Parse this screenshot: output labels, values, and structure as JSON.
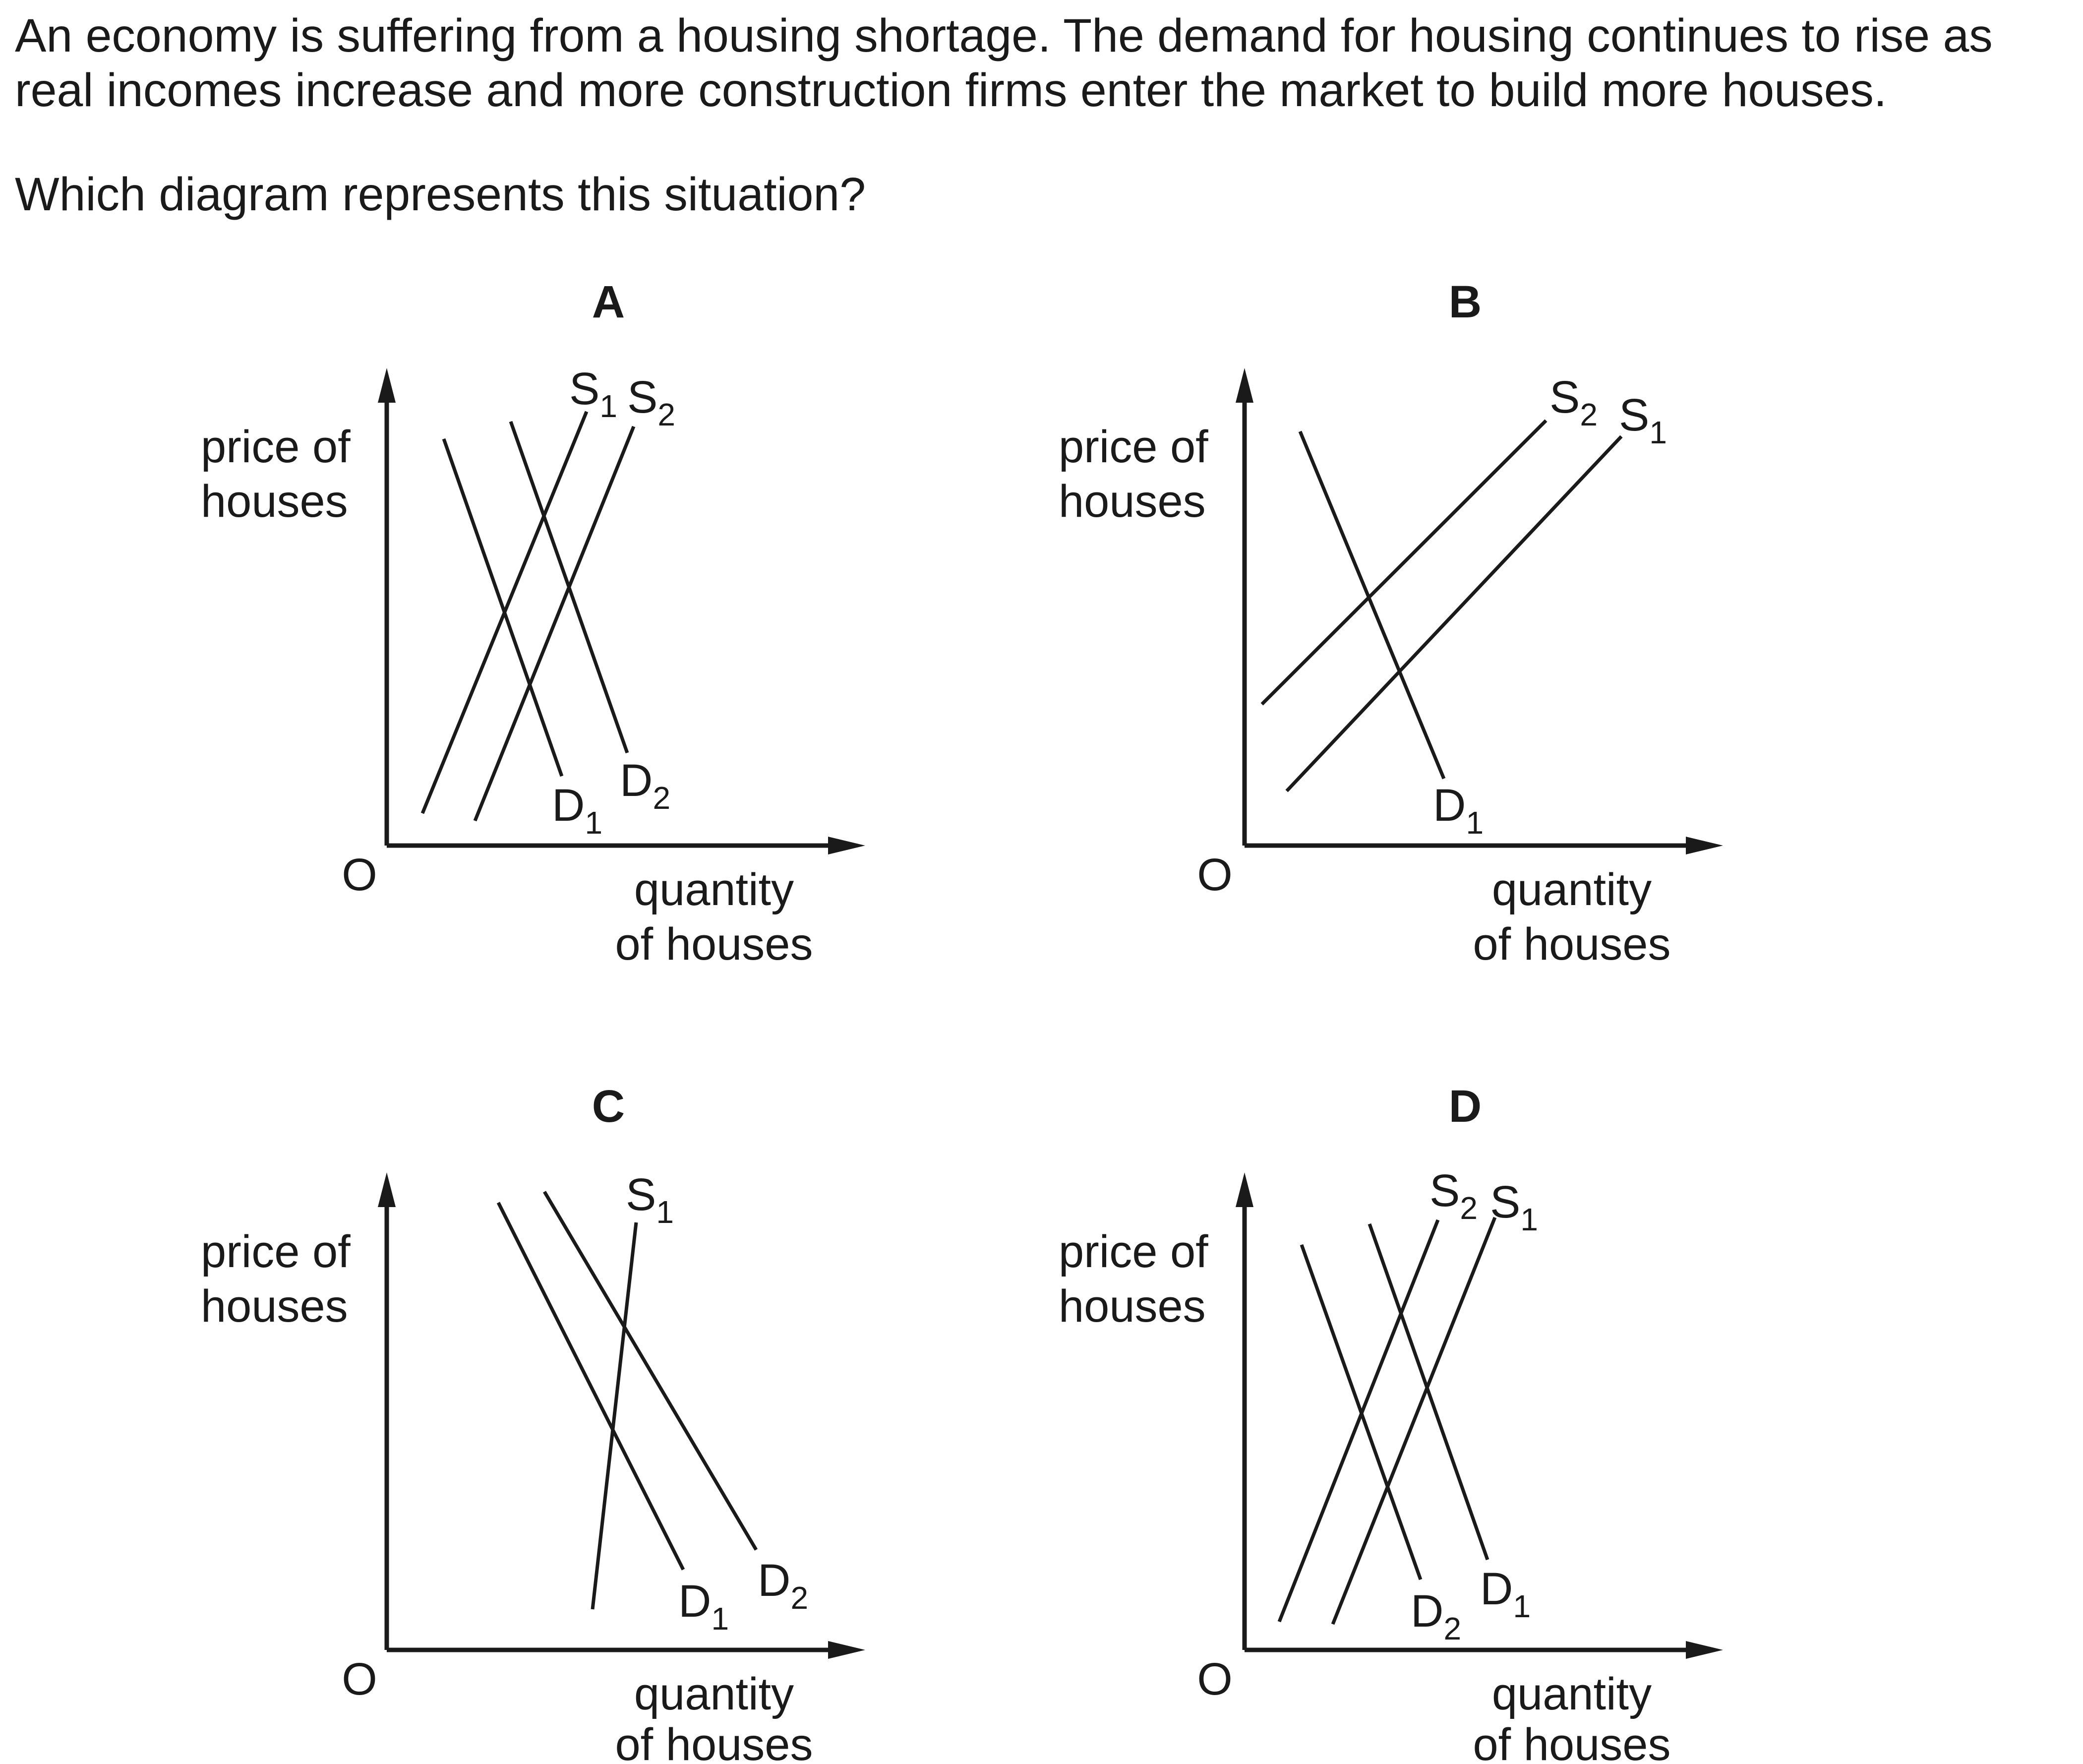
{
  "question": {
    "line1": "An economy is suffering from a housing shortage. The demand for housing continues to rise as",
    "line2": "real incomes increase and more construction firms enter the market to build more houses.",
    "prompt": "Which diagram represents this situation?"
  },
  "axis_labels": {
    "y_line1": "price of",
    "y_line2": "houses",
    "x_line1": "quantity",
    "x_line2": "of houses",
    "origin": "O"
  },
  "options": [
    {
      "letter": "A",
      "curves": [
        {
          "base": "S",
          "sub": "1",
          "description": "original supply"
        },
        {
          "base": "S",
          "sub": "2",
          "description": "supply shifted right"
        },
        {
          "base": "D",
          "sub": "1",
          "description": "original demand"
        },
        {
          "base": "D",
          "sub": "2",
          "description": "demand shifted right"
        }
      ]
    },
    {
      "letter": "B",
      "curves": [
        {
          "base": "S",
          "sub": "2",
          "description": "supply shifted left"
        },
        {
          "base": "S",
          "sub": "1",
          "description": "original supply"
        },
        {
          "base": "D",
          "sub": "1",
          "description": "demand"
        }
      ]
    },
    {
      "letter": "C",
      "curves": [
        {
          "base": "S",
          "sub": "1",
          "description": "supply"
        },
        {
          "base": "D",
          "sub": "1",
          "description": "original demand"
        },
        {
          "base": "D",
          "sub": "2",
          "description": "demand shifted right"
        }
      ]
    },
    {
      "letter": "D",
      "curves": [
        {
          "base": "S",
          "sub": "2",
          "description": "supply shifted left"
        },
        {
          "base": "S",
          "sub": "1",
          "description": "original supply"
        },
        {
          "base": "D",
          "sub": "2",
          "description": "demand shifted left"
        },
        {
          "base": "D",
          "sub": "1",
          "description": "original demand"
        }
      ]
    }
  ]
}
